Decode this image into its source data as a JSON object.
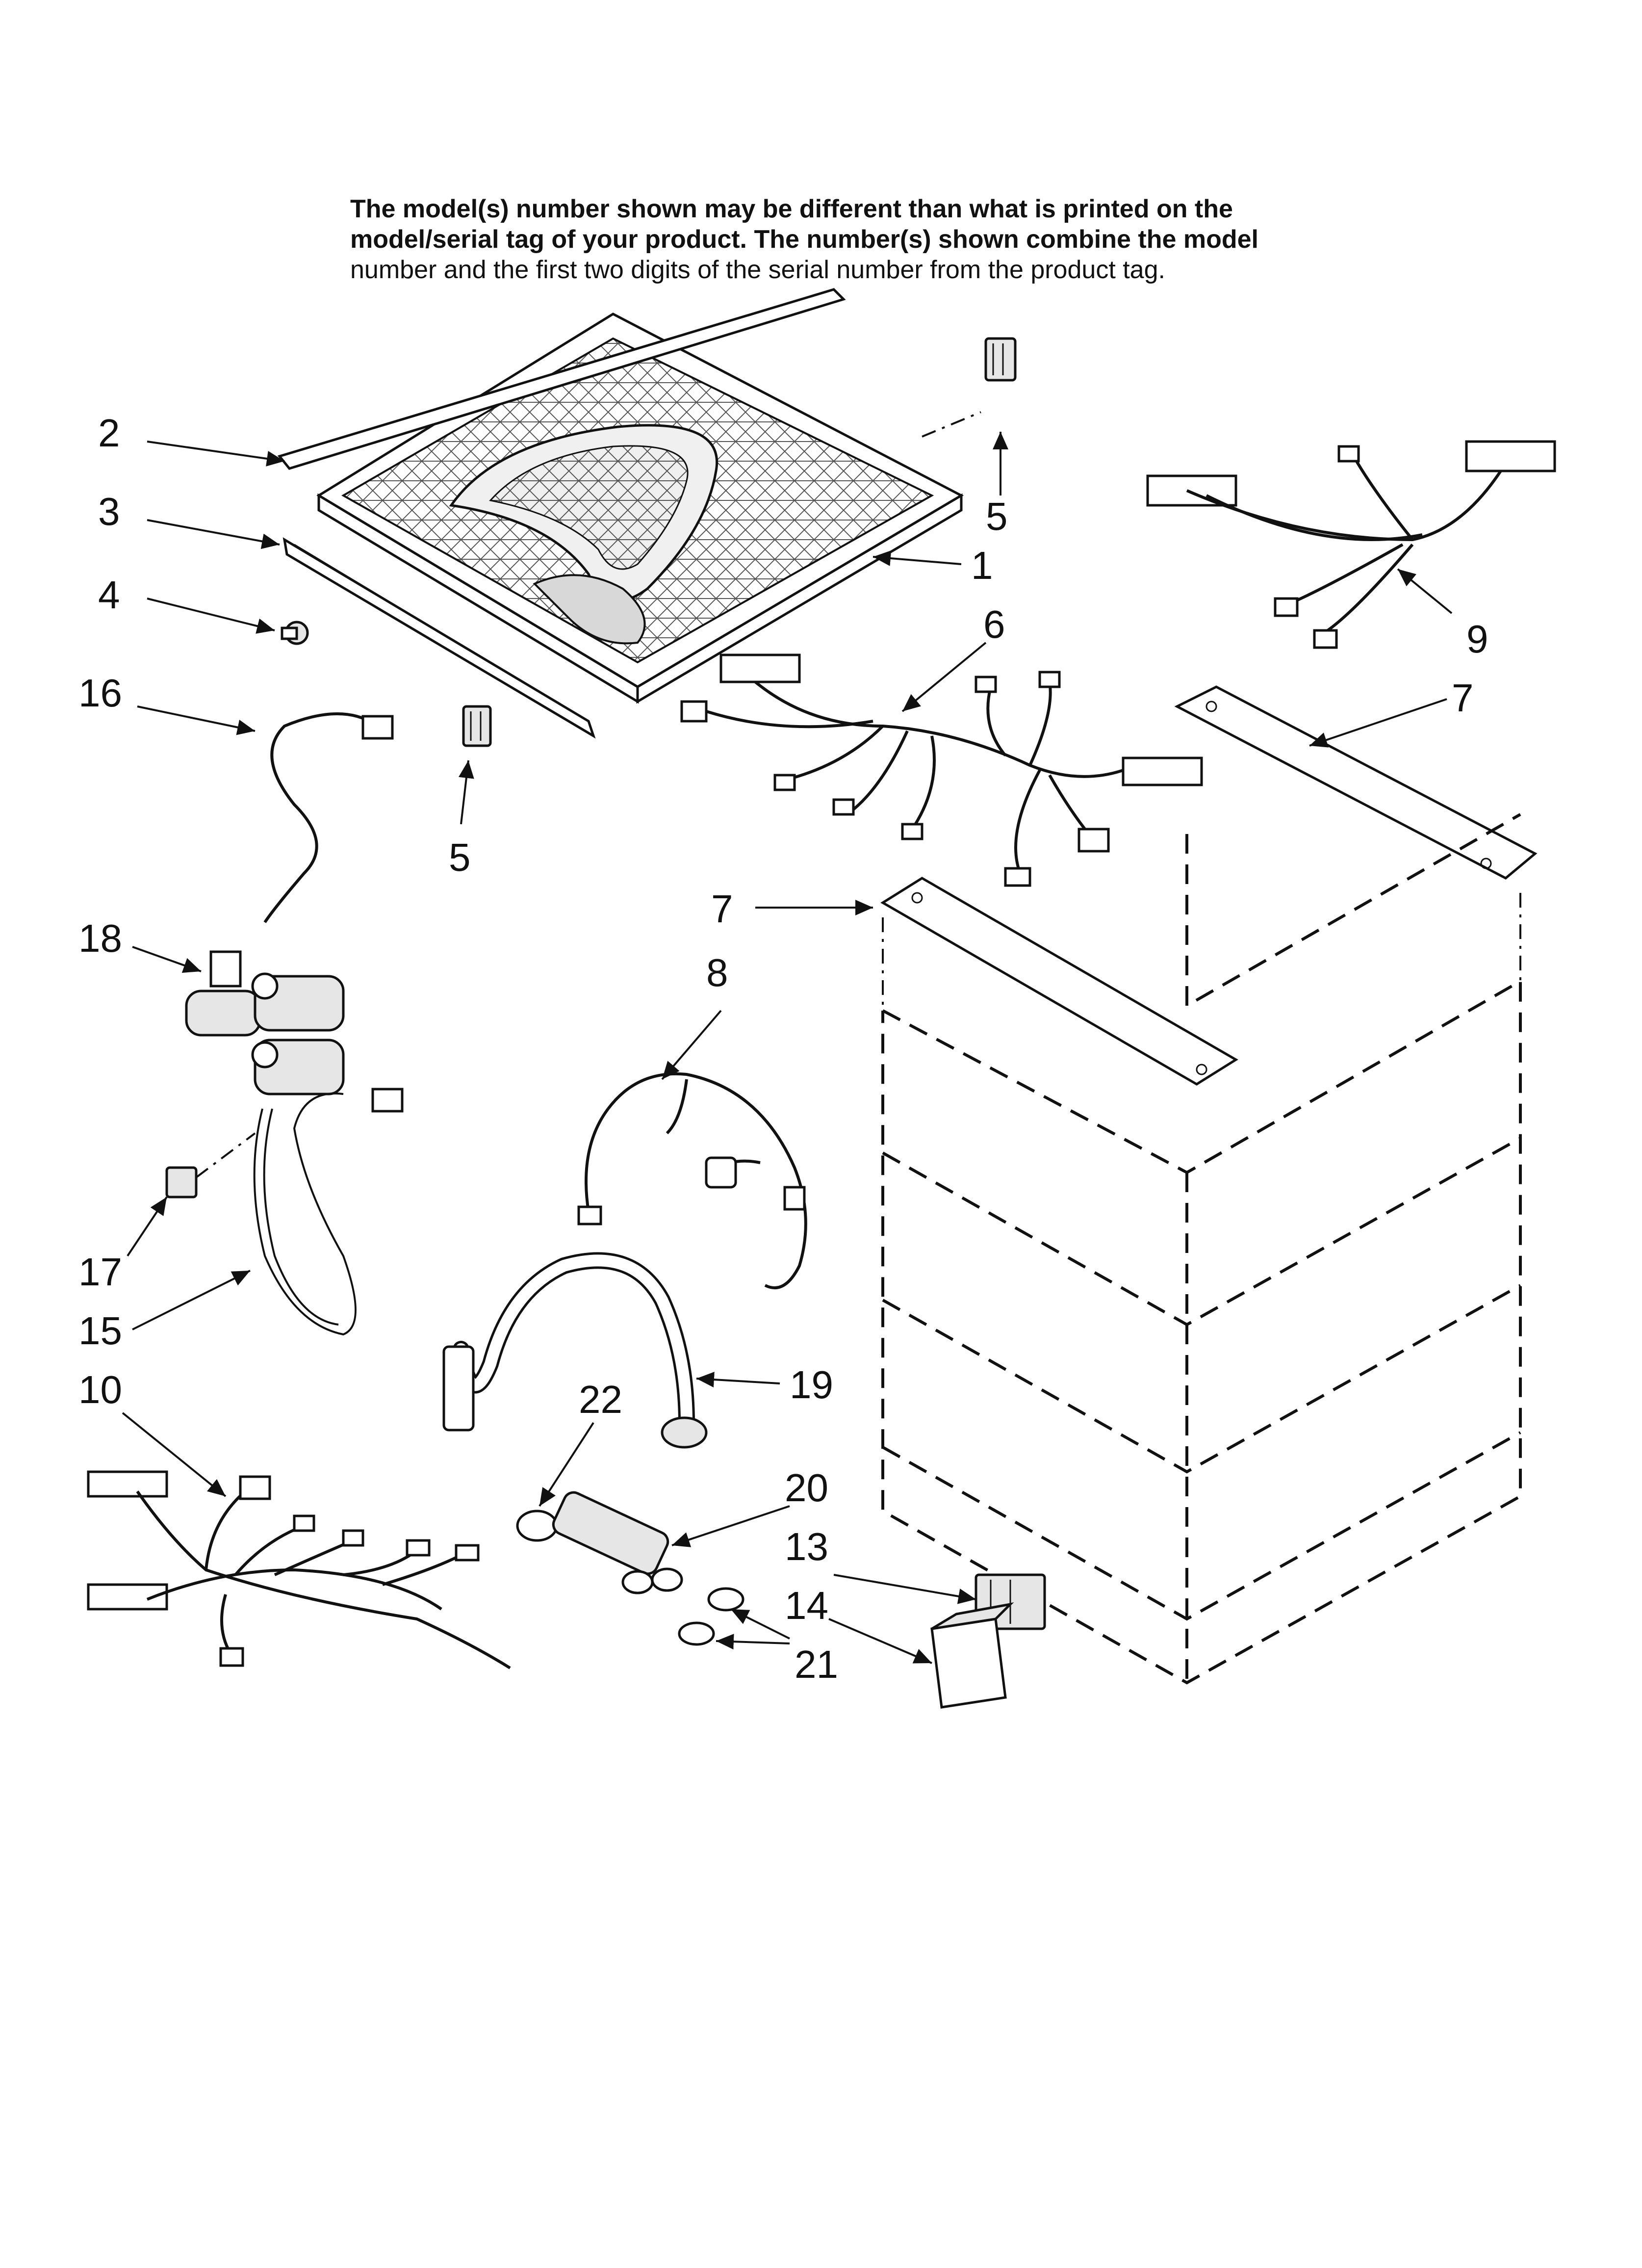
{
  "notice": {
    "line1_bold": "The model(s) number shown may be different than what is printed on the",
    "line2_bold": "model/serial tag of your product. The number(s) shown combine the model",
    "line3": "number and the first two digits of the serial number from the product tag."
  },
  "callouts": {
    "c1": "1",
    "c2": "2",
    "c3": "3",
    "c4": "4",
    "c5a": "5",
    "c5b": "5",
    "c6": "6",
    "c7a": "7",
    "c7b": "7",
    "c8": "8",
    "c9": "9",
    "c10": "10",
    "c13": "13",
    "c14": "14",
    "c15": "15",
    "c16": "16",
    "c17": "17",
    "c18": "18",
    "c19": "19",
    "c20": "20",
    "c21": "21",
    "c22": "22"
  }
}
